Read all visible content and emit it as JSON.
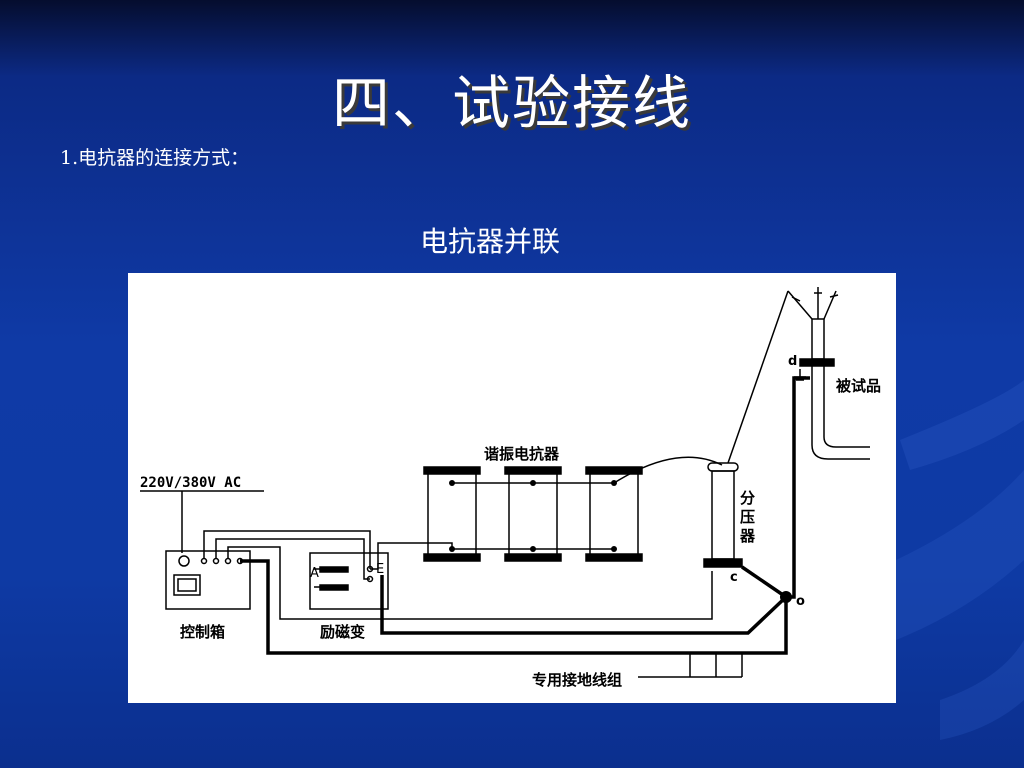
{
  "slide": {
    "title": "四、试验接线",
    "bullet": "1.电抗器的连接方式：",
    "diagram_title": "电抗器并联"
  },
  "diagram": {
    "power_label": "220V/380V AC",
    "reactor_label": "谐振电抗器",
    "control_box_label": "控制箱",
    "exciter_label": "励磁变",
    "exciter_terminal_a": "A",
    "exciter_terminal_e": "E",
    "divider_label_1": "分",
    "divider_label_2": "压",
    "divider_label_3": "器",
    "point_c": "c",
    "point_d": "d",
    "point_o": "o",
    "test_object_label": "被试品",
    "ground_group_label": "专用接地线组"
  },
  "colors": {
    "background": "#0f3aa6",
    "title_text": "#ffffff",
    "diagram_bg": "#ffffff",
    "line": "#000000"
  }
}
